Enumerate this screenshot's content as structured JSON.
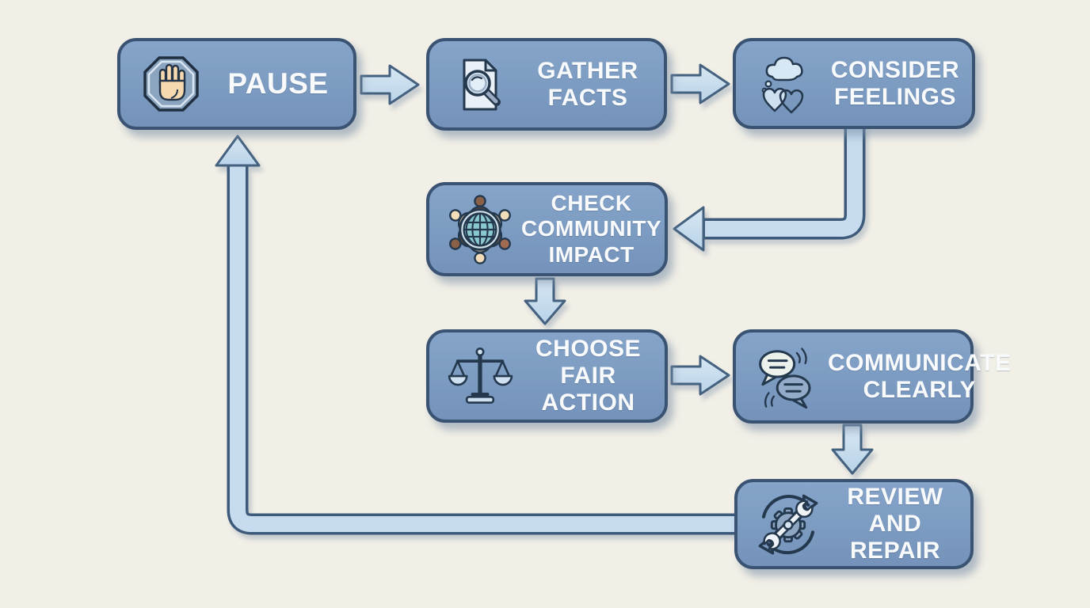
{
  "background_color": "#f1efe6",
  "palette": {
    "node_fill": "#7e9dc3",
    "node_border": "#3b5372",
    "arrow_fill": "#c9ddee",
    "arrow_border": "#44617f",
    "label_color": "#f8fafc",
    "icon_outline": "#24384e"
  },
  "flowchart": {
    "nodes": [
      {
        "id": "pause",
        "label": "PAUSE",
        "lines": [
          "PAUSE"
        ],
        "icon": "stop-hand-icon"
      },
      {
        "id": "gather-facts",
        "label": "GATHER FACTS",
        "lines": [
          "GATHER",
          "FACTS"
        ],
        "icon": "document-magnifier-icon"
      },
      {
        "id": "consider-feelings",
        "label": "CONSIDER FEELINGS",
        "lines": [
          "CONSIDER",
          "FEELINGS"
        ],
        "icon": "thought-hearts-icon"
      },
      {
        "id": "check-community-impact",
        "label": "CHECK COMMUNITY IMPACT",
        "lines": [
          "CHECK",
          "COMMUNITY",
          "IMPACT"
        ],
        "icon": "community-globe-icon"
      },
      {
        "id": "choose-fair-action",
        "label": "CHOOSE FAIR ACTION",
        "lines": [
          "CHOOSE FAIR",
          "ACTION"
        ],
        "icon": "balance-scale-icon"
      },
      {
        "id": "communicate-clearly",
        "label": "COMMUNICATE CLEARLY",
        "lines": [
          "COMMUNICATE",
          "CLEARLY"
        ],
        "icon": "speech-bubbles-icon"
      },
      {
        "id": "review-and-repair",
        "label": "REVIEW AND REPAIR",
        "lines": [
          "REVIEW AND",
          "REPAIR"
        ],
        "icon": "gear-wrench-cycle-icon"
      }
    ],
    "edges": [
      {
        "from": "pause",
        "to": "gather-facts",
        "shape": "block-arrow-right"
      },
      {
        "from": "gather-facts",
        "to": "consider-feelings",
        "shape": "block-arrow-right"
      },
      {
        "from": "consider-feelings",
        "to": "check-community-impact",
        "shape": "elbow-down-then-left"
      },
      {
        "from": "check-community-impact",
        "to": "choose-fair-action",
        "shape": "block-arrow-down"
      },
      {
        "from": "choose-fair-action",
        "to": "communicate-clearly",
        "shape": "block-arrow-right"
      },
      {
        "from": "communicate-clearly",
        "to": "review-and-repair",
        "shape": "block-arrow-down"
      },
      {
        "from": "review-and-repair",
        "to": "pause",
        "shape": "loop-left-then-up"
      }
    ]
  }
}
